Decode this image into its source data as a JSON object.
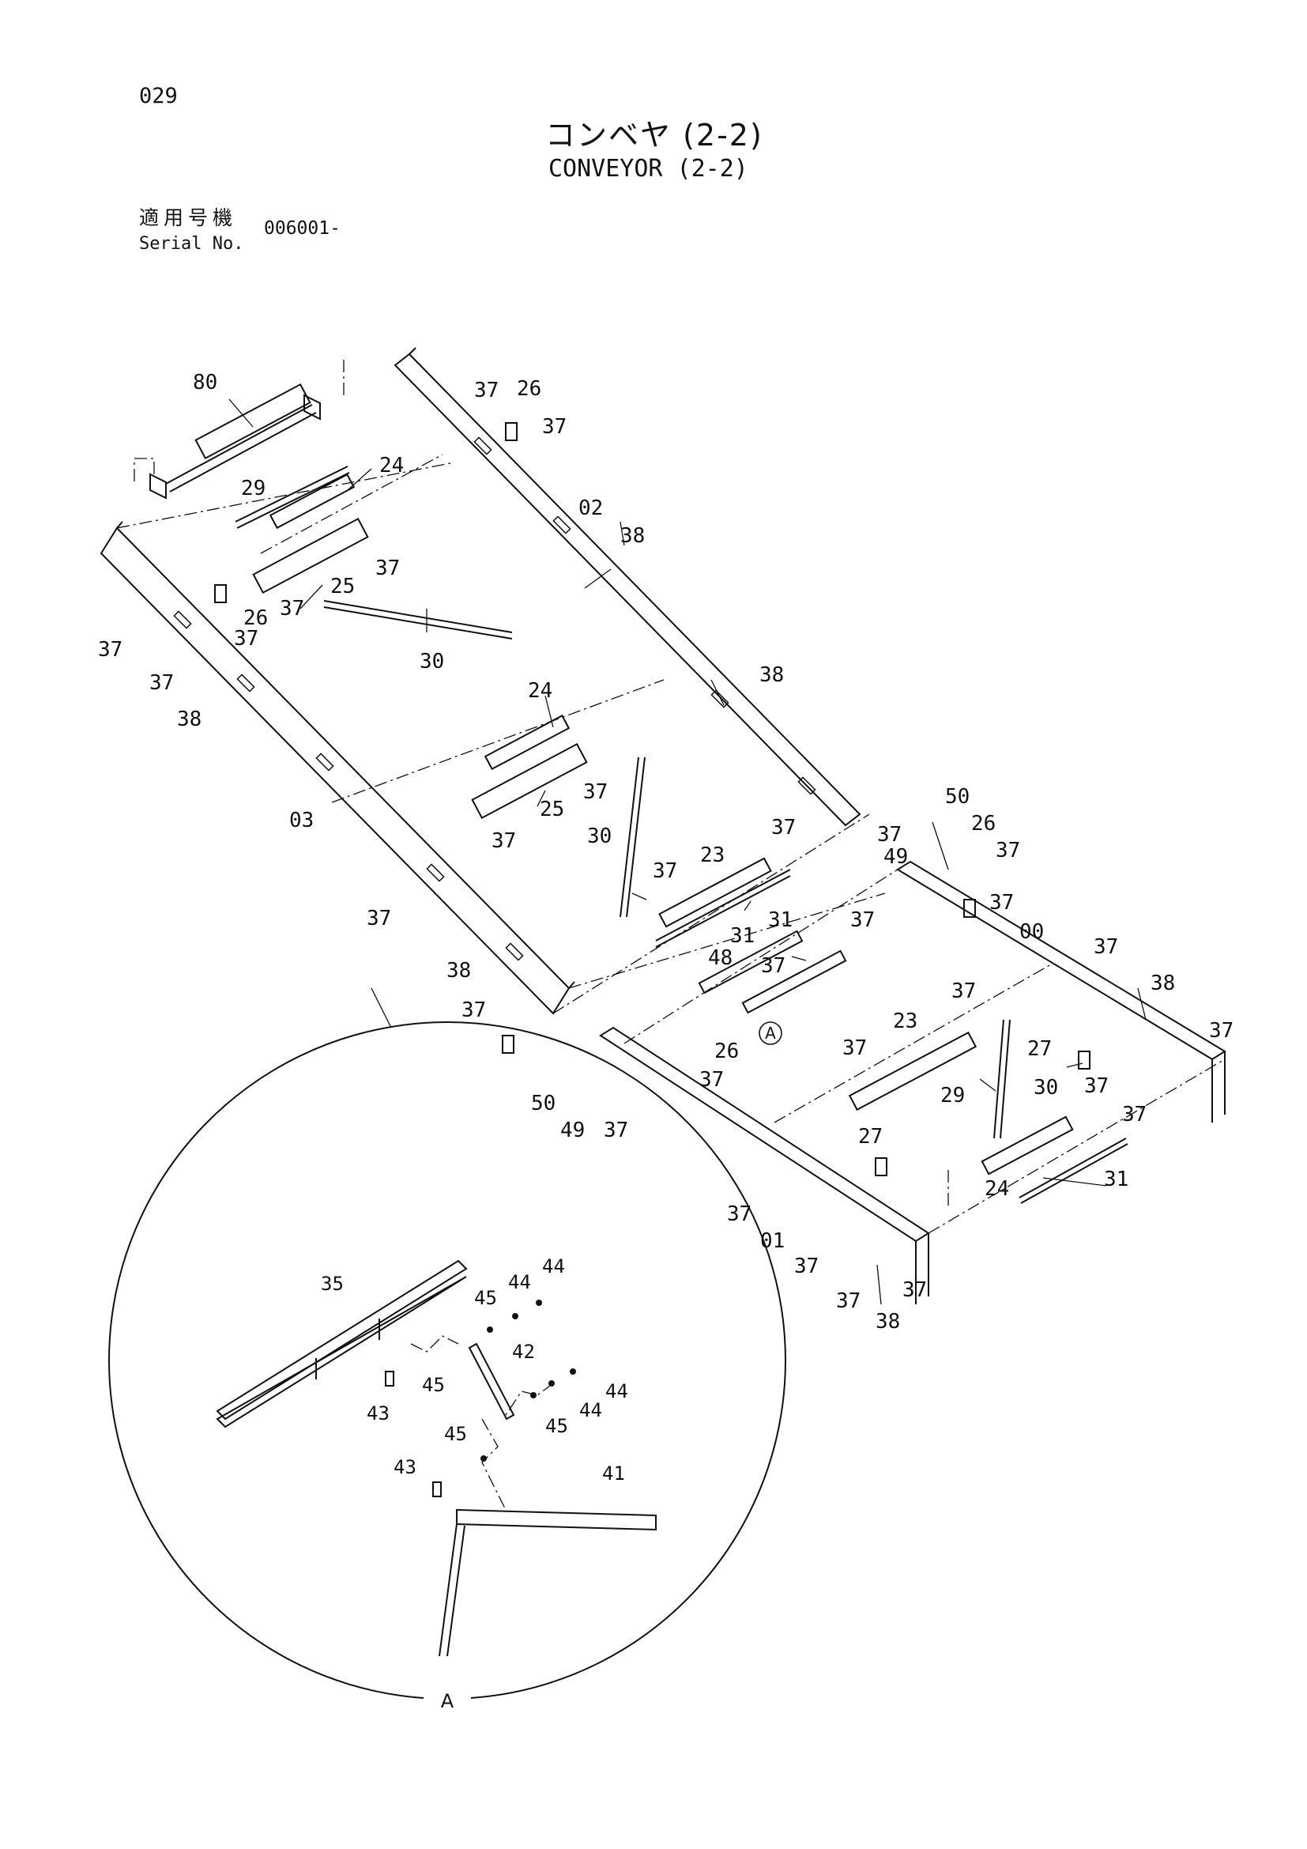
{
  "header": {
    "page_number": "029",
    "title_jp": "コンベヤ (2-2)",
    "title_en": "CONVEYOR (2-2)",
    "serial_label_jp": "適用号機",
    "serial_label_en": "Serial No.",
    "serial_value": "006001-"
  },
  "detail_view": {
    "label": "A",
    "callout": "A"
  },
  "part_labels": [
    {
      "id": "80",
      "text": "80"
    },
    {
      "id": "37",
      "text": "37"
    },
    {
      "id": "26",
      "text": "26"
    },
    {
      "id": "24",
      "text": "24"
    },
    {
      "id": "29",
      "text": "29"
    },
    {
      "id": "02",
      "text": "02"
    },
    {
      "id": "38",
      "text": "38"
    },
    {
      "id": "25",
      "text": "25"
    },
    {
      "id": "30",
      "text": "30"
    },
    {
      "id": "03",
      "text": "03"
    },
    {
      "id": "23",
      "text": "23"
    },
    {
      "id": "31",
      "text": "31"
    },
    {
      "id": "48",
      "text": "48"
    },
    {
      "id": "49",
      "text": "49"
    },
    {
      "id": "50",
      "text": "50"
    },
    {
      "id": "00",
      "text": "00"
    },
    {
      "id": "27",
      "text": "27"
    },
    {
      "id": "01",
      "text": "01"
    },
    {
      "id": "35",
      "text": "35"
    },
    {
      "id": "44",
      "text": "44"
    },
    {
      "id": "45",
      "text": "45"
    },
    {
      "id": "42",
      "text": "42"
    },
    {
      "id": "43",
      "text": "43"
    },
    {
      "id": "41",
      "text": "41"
    }
  ]
}
